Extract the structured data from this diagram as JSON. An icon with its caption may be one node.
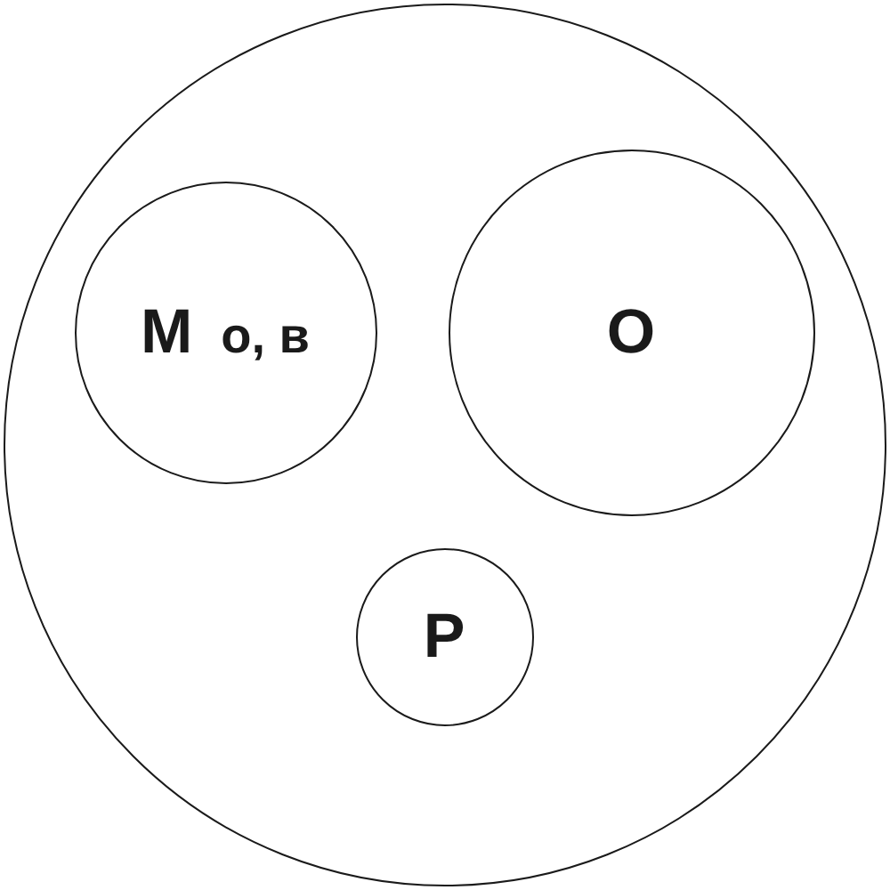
{
  "diagram": {
    "nodes": [
      {
        "text": [],
        "shape": "circle"
      },
      {
        "text": [
          "М",
          "о, в"
        ],
        "in": 0
      },
      {
        "text": [
          "О"
        ],
        "in": 0
      },
      {
        "text": [
          "Р"
        ],
        "in": 0
      }
    ]
  }
}
